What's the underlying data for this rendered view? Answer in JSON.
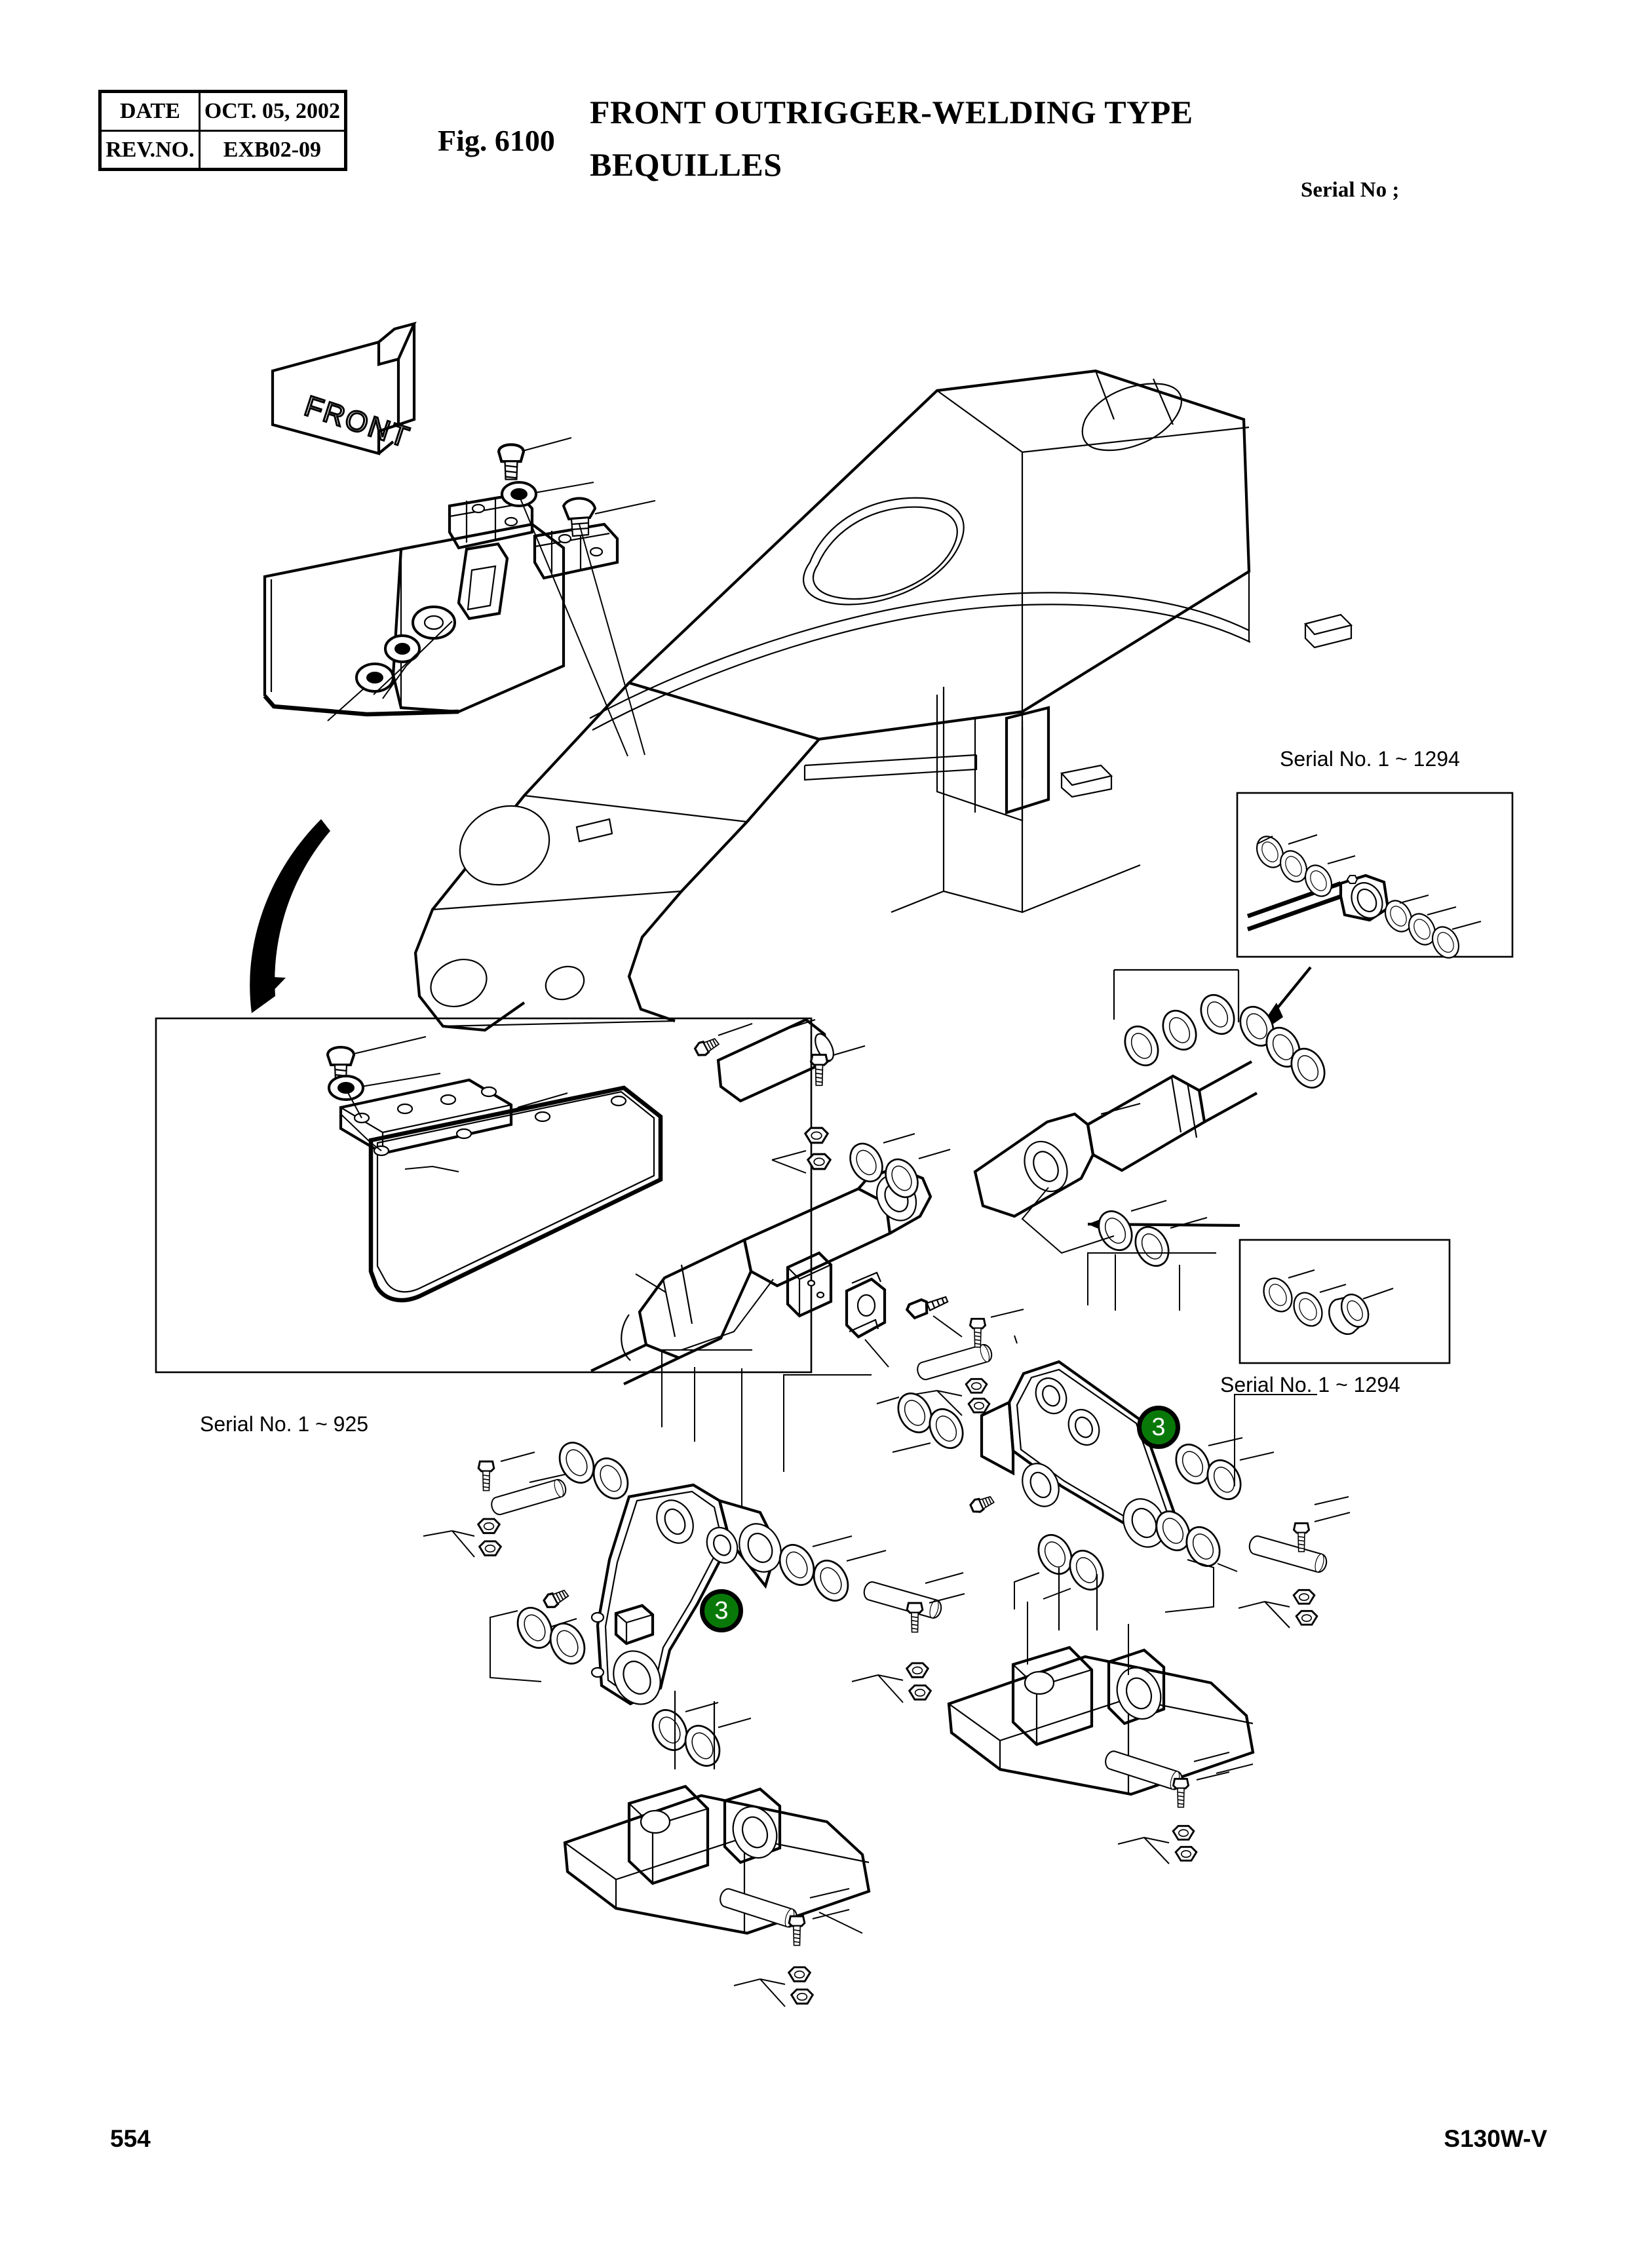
{
  "header": {
    "table": {
      "rows": [
        {
          "label": "DATE",
          "value": "OCT. 05, 2002"
        },
        {
          "label": "REV.NO.",
          "value": "EXB02-09"
        }
      ]
    },
    "figure_number": "Fig. 6100",
    "title_en": "FRONT OUTRIGGER-WELDING TYPE",
    "title_fr": "BEQUILLES",
    "serial_no_label": "Serial No ;"
  },
  "diagram": {
    "direction_arrow_label": "FRONT",
    "callouts": [
      {
        "id": "callout-left",
        "number": "3"
      },
      {
        "id": "callout-right",
        "number": "3"
      }
    ],
    "captions": [
      {
        "id": "caption-top-right",
        "text": "Serial No. 1 ~ 1294"
      },
      {
        "id": "caption-mid-right",
        "text": "Serial No. 1 ~ 1294"
      },
      {
        "id": "caption-left-inset",
        "text": "Serial No. 1 ~ 925"
      }
    ]
  },
  "footer": {
    "page_number": "554",
    "model_number": "S130W-V"
  }
}
